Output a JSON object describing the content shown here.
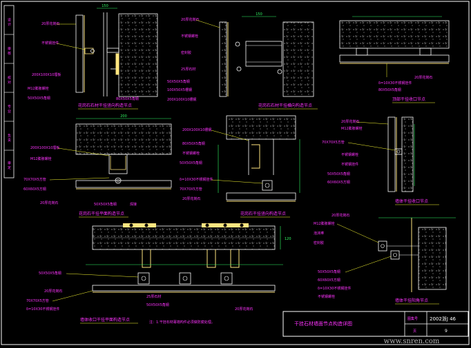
{
  "colors": {
    "background": "#000000",
    "frame": "#ffffff",
    "annotation": "#ff33ff",
    "leader": "#ffff33",
    "dimension": "#33ff66",
    "member": "#ffffff",
    "stone": "#ffe680",
    "hatch": "#9a9a9a"
  },
  "side_strip": {
    "labels": [
      "设 计",
      "审 核",
      "校 对",
      "专 业",
      "负 责",
      "审 定"
    ]
  },
  "details": {
    "top_left": {
      "title": "花岗石石材干挂竖向构造节点"
    },
    "top_mid": {
      "title": "花岗石石材干挂横向构造节点"
    },
    "top_right": {
      "title": "顶部干挂收口节点"
    },
    "mid_left": {
      "title": "花岗石干挂平面构造节点"
    },
    "mid_mid": {
      "title": "花岗石干挂竖向构造节点"
    },
    "mid_right": {
      "title": "墙体干挂收口节点"
    },
    "bottom": {
      "title": "墙体收口干挂平面构造节点"
    },
    "lower_right": {
      "title": "墙体干挂阳角节点"
    }
  },
  "labels": {
    "mat_20": "20厚花岗石",
    "bolt": "不锈钢螺栓",
    "pendant": "不锈钢挂件",
    "sealant": "密封胶",
    "bracket_angle": "50X50X5角钢",
    "angle_80": "80X50X5角钢",
    "channel_100": "100X50X5槽钢",
    "channel_200": "200X100X10槽钢",
    "embed_plate": "200X100X10埋板",
    "anchor": "M12膨胀螺栓",
    "plate_10": "δ=10X30不锈钢挂件",
    "plate_70": "70X70X5方管",
    "tube_60": "60X60X5方钢",
    "grout": "25厚石材",
    "backer": "泡沫棒",
    "weld": "焊接",
    "dim_120": "120",
    "dim_200": "200",
    "dim_150": "150",
    "note": "注：1.干挂石材幕墙构件必须做防腐处理。"
  },
  "title_block": {
    "drawing_title": "干挂石材墙面节点构造详图",
    "atlas_label": "图集号",
    "atlas_no": "2002浙J 46",
    "page_label": "页",
    "page_no": "9"
  },
  "watermark": "www.snren.com"
}
